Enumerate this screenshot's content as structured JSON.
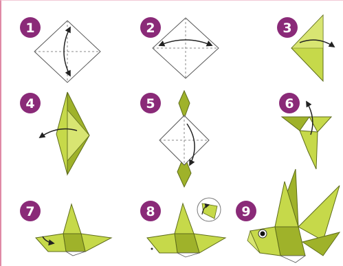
{
  "palette": {
    "step_badge": "#8a2a78",
    "paper_green": "#c6d94a",
    "paper_green_light": "#d8e572",
    "paper_green_dark": "#9fb22a",
    "paper_white": "#ffffff",
    "outline": "#5d6b1a",
    "arrow": "#222222",
    "frame_accent": "#e08aa6"
  },
  "steps": [
    {
      "number": "1",
      "illustration": "square diagonal fold"
    },
    {
      "number": "2",
      "illustration": "square horizontal fold"
    },
    {
      "number": "3",
      "illustration": "triangle fold"
    },
    {
      "number": "4",
      "illustration": "kite fold"
    },
    {
      "number": "5",
      "illustration": "open square fold"
    },
    {
      "number": "6",
      "illustration": "wing fold"
    },
    {
      "number": "7",
      "illustration": "bird body"
    },
    {
      "number": "8",
      "illustration": "bird head detail"
    },
    {
      "number": "9",
      "illustration": "finished bird"
    }
  ]
}
